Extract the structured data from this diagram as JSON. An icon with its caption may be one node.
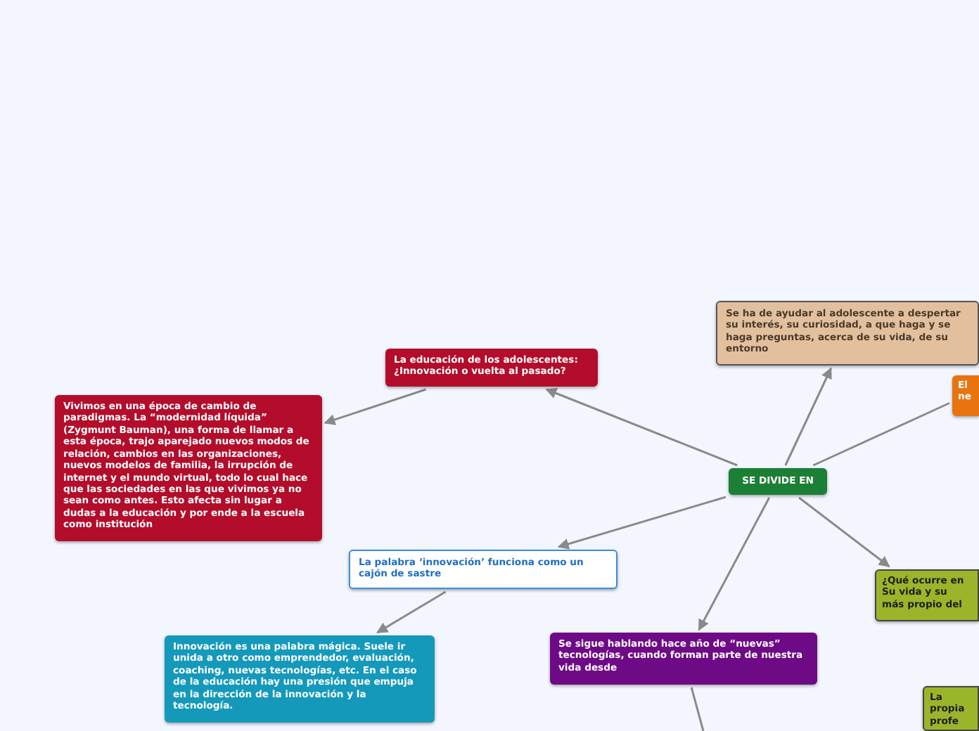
{
  "diagram": {
    "nodes": [
      {
        "text": [
          "La educación de los adolescentes: ¿Innovación o vuelta al pasado?"
        ]
      },
      {
        "text": [
          "Vivimos en una época de cambio de paradigmas. La “modernidad líquida” (Zygmunt Bauman), una forma de llamar a esta época, trajo aparejado nuevos modos de relación, cambios en las organizaciones, nuevos modelos de familia, la irrupción de internet y el mundo virtual, todo lo cual hace que las sociedades en las que vivimos ya no sean como antes. Esto afecta sin lugar a dudas a la educación y por ende a la escuela como institución"
        ]
      },
      {
        "text": [
          "Se ha de ayudar al adolescente a despertar su interés, su curiosidad, a que haga y se haga preguntas, acerca de su vida, de su entorno"
        ]
      },
      {
        "text": [
          "El",
          "ne"
        ]
      },
      {
        "text": [
          "SE DIVIDE EN"
        ]
      },
      {
        "text": [
          "La palabra ‘innovación’ funciona como un cajón de sastre"
        ]
      },
      {
        "text": [
          "¿Qué ocurre en",
          "Su vida y su",
          "más propio del"
        ]
      },
      {
        "text": [
          "Se sigue hablando hace año de “nuevas” tecnologías, cuando forman parte de nuestra vida desde"
        ]
      },
      {
        "text": [
          "Innovación es una palabra mágica. Suele ir unida a otro como emprendedor, evaluación, coaching, nuevas tecnologías, etc. En el caso de la educación hay una presión que empuja en la dirección de la innovación y la tecnología."
        ]
      },
      {
        "text": [
          "La",
          "propia",
          "profe"
        ]
      }
    ],
    "edges": [
      {
        "from": 4,
        "to": 0,
        "arrow": "to"
      },
      {
        "from": 0,
        "to": 1,
        "arrow": "to"
      },
      {
        "from": 4,
        "to": 2,
        "arrow": "to"
      },
      {
        "from": 4,
        "to": 3,
        "arrow": "none"
      },
      {
        "from": 4,
        "to": 5,
        "arrow": "to"
      },
      {
        "from": 5,
        "to": 8,
        "arrow": "to"
      },
      {
        "from": 4,
        "to": 7,
        "arrow": "to"
      },
      {
        "from": 4,
        "to": 6,
        "arrow": "to"
      },
      {
        "from": 7,
        "to": null,
        "arrow": "none"
      }
    ]
  }
}
